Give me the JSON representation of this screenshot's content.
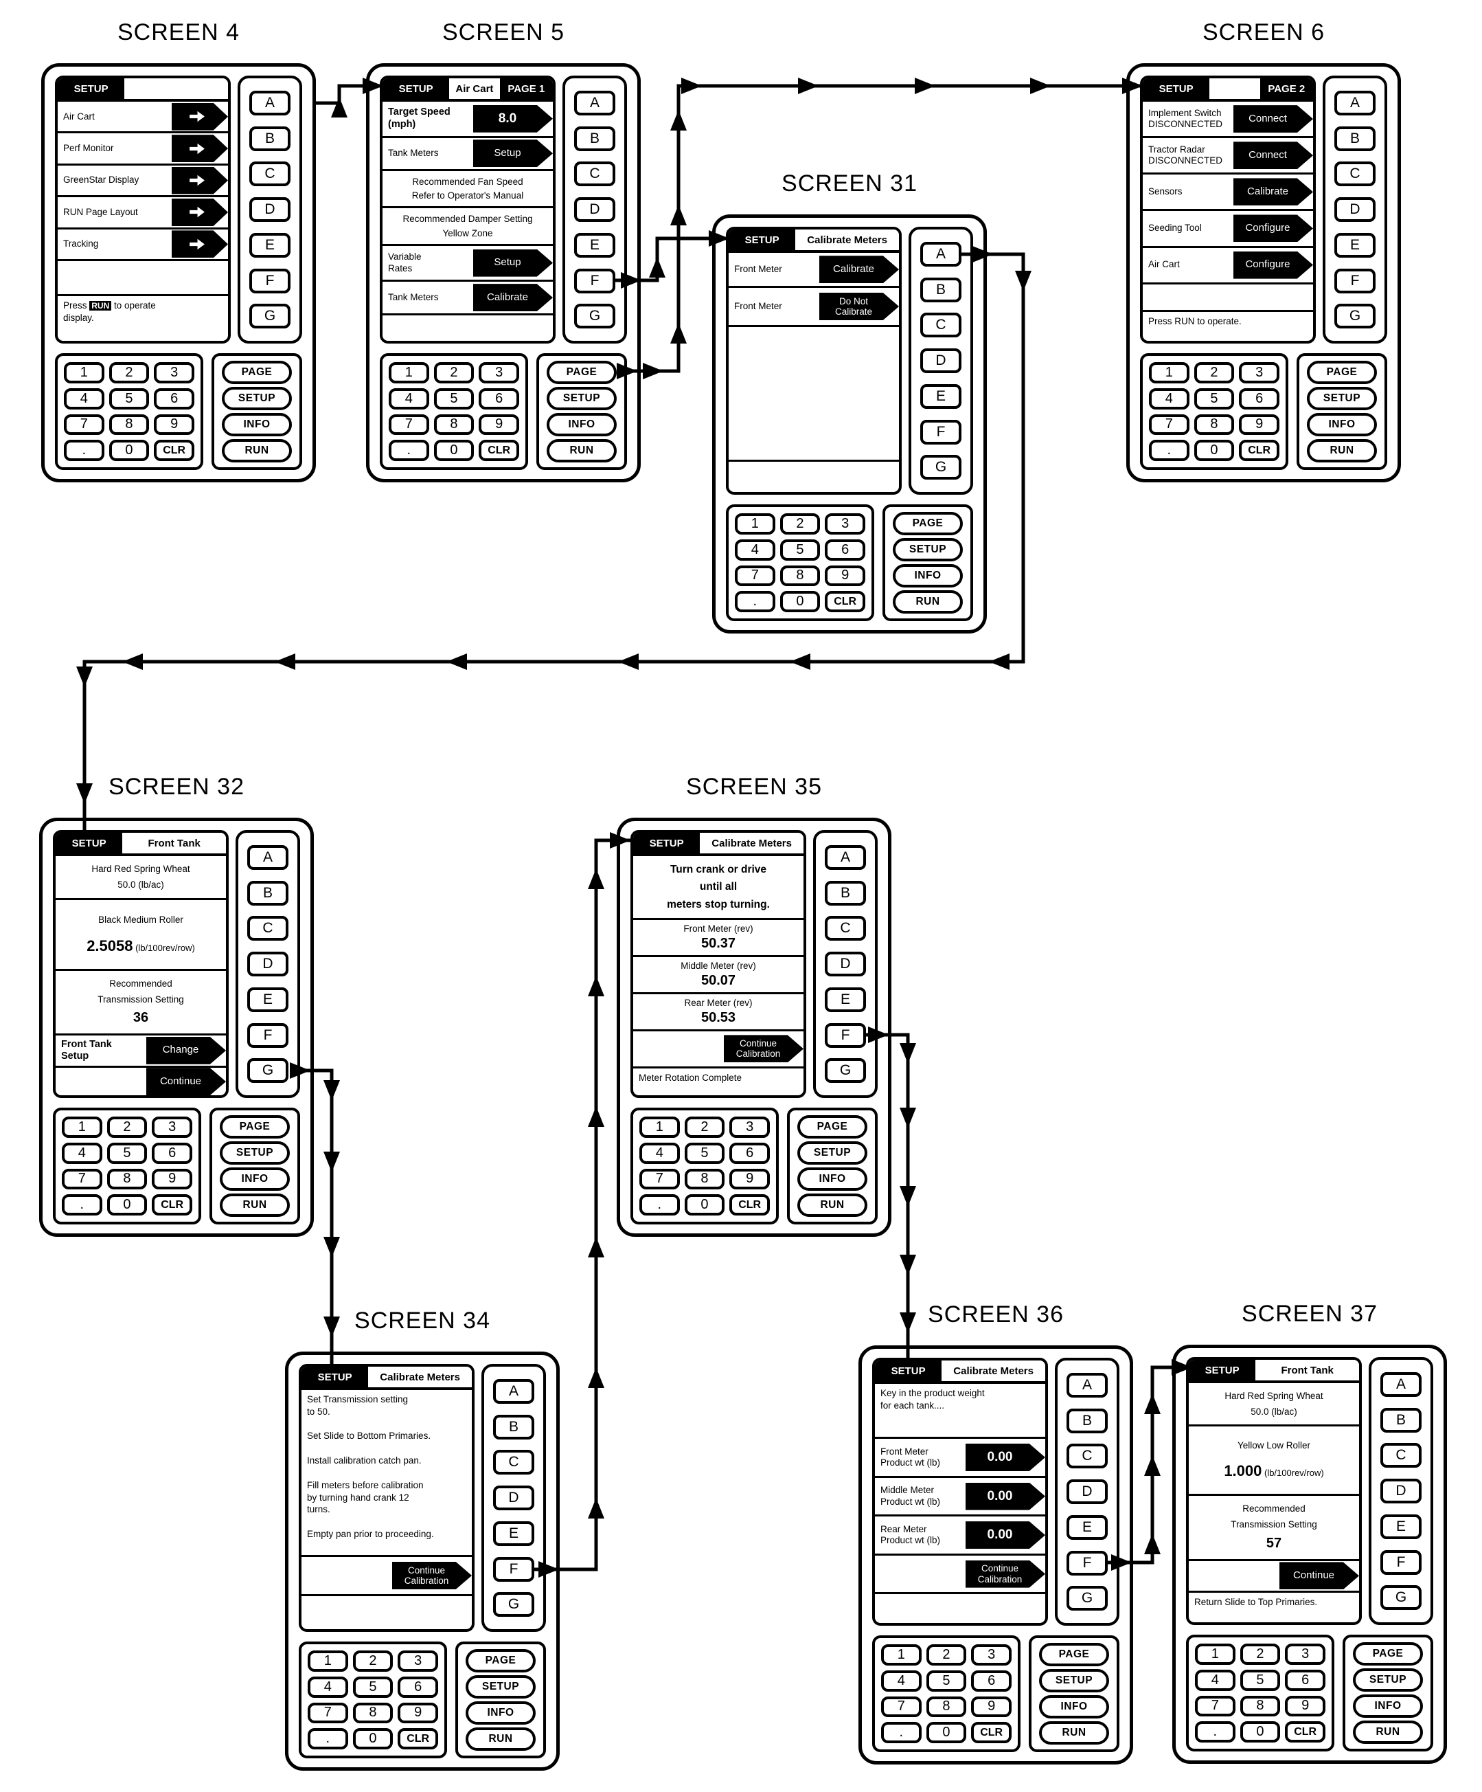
{
  "diagram": {
    "colors": {
      "ink": "#000000",
      "paper": "#ffffff"
    },
    "keys": {
      "letters": [
        "A",
        "B",
        "C",
        "D",
        "E",
        "F",
        "G"
      ],
      "keypad": [
        [
          "1",
          "2",
          "3"
        ],
        [
          "4",
          "5",
          "6"
        ],
        [
          "7",
          "8",
          "9"
        ],
        [
          ".",
          "0",
          "CLR"
        ]
      ],
      "functions": [
        "PAGE",
        "SETUP",
        "INFO",
        "RUN"
      ]
    },
    "screens": [
      {
        "id": "screen-4",
        "title": "SCREEN 4",
        "header": [
          {
            "text": "SETUP",
            "style": "dark"
          },
          {
            "text": "",
            "style": "light"
          }
        ],
        "rows": [
          {
            "type": "menu",
            "label": "Air Cart",
            "h": 10
          },
          {
            "type": "menu",
            "label": "Perf Monitor",
            "h": 10
          },
          {
            "type": "menu",
            "label": "GreenStar Display",
            "h": 10
          },
          {
            "type": "menu",
            "label": "RUN Page Layout",
            "h": 10
          },
          {
            "type": "menu",
            "label": "Tracking",
            "h": 10
          },
          {
            "type": "blank",
            "h": 11
          },
          {
            "type": "note",
            "lines": [
              "Press [[RUN]] to operate",
              "display."
            ],
            "h": 15
          }
        ]
      },
      {
        "id": "screen-5",
        "title": "SCREEN 5",
        "header": [
          {
            "text": "SETUP",
            "style": "dark"
          },
          {
            "text": "Air Cart",
            "style": "light"
          },
          {
            "text": "PAGE 1",
            "style": "dark"
          }
        ],
        "rows": [
          {
            "type": "value",
            "label": "Target Speed\n(mph)",
            "label_bold": true,
            "value": "8.0",
            "value_big": true,
            "h": 12
          },
          {
            "type": "value",
            "label": "Tank Meters",
            "value": "Setup",
            "h": 11
          },
          {
            "type": "center",
            "lines": [
              {
                "text": "Recommended  Fan  Speed"
              },
              {
                "text": "Refer to Operator's Manual"
              }
            ],
            "h": 11
          },
          {
            "type": "center",
            "lines": [
              {
                "text": "Recommended  Damper  Setting"
              },
              {
                "text": "Yellow Zone"
              }
            ],
            "h": 11
          },
          {
            "type": "value",
            "label": "Variable\nRates",
            "value": "Setup",
            "h": 12
          },
          {
            "type": "value",
            "label": "Tank Meters",
            "value": "Calibrate",
            "h": 11
          },
          {
            "type": "blank",
            "h": 9
          }
        ]
      },
      {
        "id": "screen-6",
        "title": "SCREEN 6",
        "header": [
          {
            "text": "SETUP",
            "style": "dark"
          },
          {
            "text": "",
            "style": "light"
          },
          {
            "text": "PAGE 2",
            "style": "dark"
          }
        ],
        "rows": [
          {
            "type": "value",
            "label": "Implement Switch\nDISCONNECTED",
            "value": "Connect",
            "h": 12
          },
          {
            "type": "value",
            "label": "Tractor Radar\nDISCONNECTED",
            "value": "Connect",
            "h": 12
          },
          {
            "type": "value",
            "label": "Sensors",
            "value": "Calibrate",
            "h": 12
          },
          {
            "type": "value",
            "label": "Seeding Tool",
            "value": "Configure",
            "h": 12
          },
          {
            "type": "value",
            "label": "Air Cart",
            "value": "Configure",
            "h": 12
          },
          {
            "type": "blank",
            "h": 9
          },
          {
            "type": "note",
            "lines": [
              "Press RUN to operate."
            ],
            "h": 10
          }
        ]
      },
      {
        "id": "screen-31",
        "title": "SCREEN 31",
        "header": [
          {
            "text": "SETUP",
            "style": "dark"
          },
          {
            "text": "Calibrate Meters",
            "style": "light"
          }
        ],
        "rows": [
          {
            "type": "value",
            "label": "Front Meter",
            "value": "Calibrate",
            "h": 10
          },
          {
            "type": "value",
            "label": "Front Meter",
            "value": "Do Not\nCalibrate",
            "value_twoline": true,
            "h": 11
          },
          {
            "type": "blank",
            "h": 40
          },
          {
            "type": "blank",
            "h": 9
          }
        ]
      },
      {
        "id": "screen-32",
        "title": "SCREEN 32",
        "header": [
          {
            "text": "SETUP",
            "style": "dark"
          },
          {
            "text": "Front Tank",
            "style": "light"
          }
        ],
        "rows": [
          {
            "type": "center",
            "lines": [
              {
                "text": "Hard Red Spring Wheat"
              },
              {
                "text": "50.0 (lb/ac)"
              }
            ],
            "h": 11
          },
          {
            "type": "center",
            "lines": [
              {
                "text": "Black Medium Roller"
              },
              {
                "text": "2.5058",
                "cls": "xl",
                "suffix": " (lb/100rev/row)"
              }
            ],
            "h": 19
          },
          {
            "type": "center",
            "lines": [
              {
                "text": "Recommended"
              },
              {
                "text": "Transmission Setting"
              },
              {
                "text": "36",
                "cls": "lg"
              }
            ],
            "h": 17
          },
          {
            "type": "value",
            "label": "Front Tank\nSetup",
            "label_bold": true,
            "value": "Change",
            "h": 9
          },
          {
            "type": "value",
            "label": "",
            "value": "Continue",
            "h": 8
          }
        ]
      },
      {
        "id": "screen-35",
        "title": "SCREEN 35",
        "header": [
          {
            "text": "SETUP",
            "style": "dark"
          },
          {
            "text": "Calibrate Meters",
            "style": "light"
          }
        ],
        "rows": [
          {
            "type": "center",
            "lines": [
              {
                "text": "Turn crank or drive",
                "cls": "b"
              },
              {
                "text": "until all",
                "cls": "b"
              },
              {
                "text": "meters stop turning.",
                "cls": "b"
              }
            ],
            "h": 15
          },
          {
            "type": "center",
            "lines": [
              {
                "text": "Front Meter (rev)"
              },
              {
                "text": "50.37",
                "cls": "lg"
              }
            ],
            "h": 8
          },
          {
            "type": "center",
            "lines": [
              {
                "text": "Middle Meter (rev)"
              },
              {
                "text": "50.07",
                "cls": "lg"
              }
            ],
            "h": 8
          },
          {
            "type": "center",
            "lines": [
              {
                "text": "Rear Meter (rev)"
              },
              {
                "text": "50.53",
                "cls": "lg"
              }
            ],
            "h": 8
          },
          {
            "type": "value",
            "label": "",
            "value": "Continue\nCalibration",
            "value_twoline": true,
            "h": 9
          },
          {
            "type": "note",
            "lines": [
              "Meter Rotation Complete"
            ],
            "h": 7
          }
        ]
      },
      {
        "id": "screen-34",
        "title": "SCREEN 34",
        "header": [
          {
            "text": "SETUP",
            "style": "dark"
          },
          {
            "text": "Calibrate Meters",
            "style": "light"
          }
        ],
        "rows": [
          {
            "type": "note",
            "lines": [
              "Set Transmission setting",
              "to 50.",
              "",
              "Set Slide to Bottom Primaries.",
              "",
              "Install calibration catch pan.",
              "",
              "Fill meters before calibration",
              "by turning hand crank 12",
              "turns.",
              "",
              "Empty pan prior to proceeding."
            ],
            "h": 40
          },
          {
            "type": "value",
            "label": "",
            "value": "Continue\nCalibration",
            "value_twoline": true,
            "h": 9
          },
          {
            "type": "blank",
            "h": 8
          }
        ]
      },
      {
        "id": "screen-36",
        "title": "SCREEN 36",
        "header": [
          {
            "text": "SETUP",
            "style": "dark"
          },
          {
            "text": "Calibrate Meters",
            "style": "light"
          }
        ],
        "rows": [
          {
            "type": "note",
            "lines": [
              "Key in the product weight",
              "for each tank...."
            ],
            "h": 13
          },
          {
            "type": "value",
            "label": "Front Meter\nProduct wt (lb)",
            "value": "0.00",
            "value_big": true,
            "h": 9
          },
          {
            "type": "value",
            "label": "Middle Meter\nProduct wt (lb)",
            "value": "0.00",
            "value_big": true,
            "h": 9
          },
          {
            "type": "value",
            "label": "Rear Meter\nProduct wt (lb)",
            "value": "0.00",
            "value_big": true,
            "h": 9
          },
          {
            "type": "value",
            "label": "",
            "value": "Continue\nCalibration",
            "value_twoline": true,
            "h": 9
          },
          {
            "type": "blank",
            "h": 7
          }
        ]
      },
      {
        "id": "screen-37",
        "title": "SCREEN 37",
        "header": [
          {
            "text": "SETUP",
            "style": "dark"
          },
          {
            "text": "Front Tank",
            "style": "light"
          }
        ],
        "rows": [
          {
            "type": "center",
            "lines": [
              {
                "text": "Hard Red Spring Wheat"
              },
              {
                "text": "50.0 (lb/ac)"
              }
            ],
            "h": 10
          },
          {
            "type": "center",
            "lines": [
              {
                "text": "Yellow Low Roller"
              },
              {
                "text": "1.000",
                "cls": "xl",
                "suffix": "  (lb/100rev/row)"
              }
            ],
            "h": 17
          },
          {
            "type": "center",
            "lines": [
              {
                "text": "Recommended"
              },
              {
                "text": "Transmission Setting"
              },
              {
                "text": "57",
                "cls": "lg"
              }
            ],
            "h": 16
          },
          {
            "type": "value",
            "label": "",
            "value": "Continue",
            "h": 8
          },
          {
            "type": "note",
            "lines": [
              "Return Slide to Top Primaries."
            ],
            "h": 8
          }
        ]
      }
    ]
  }
}
